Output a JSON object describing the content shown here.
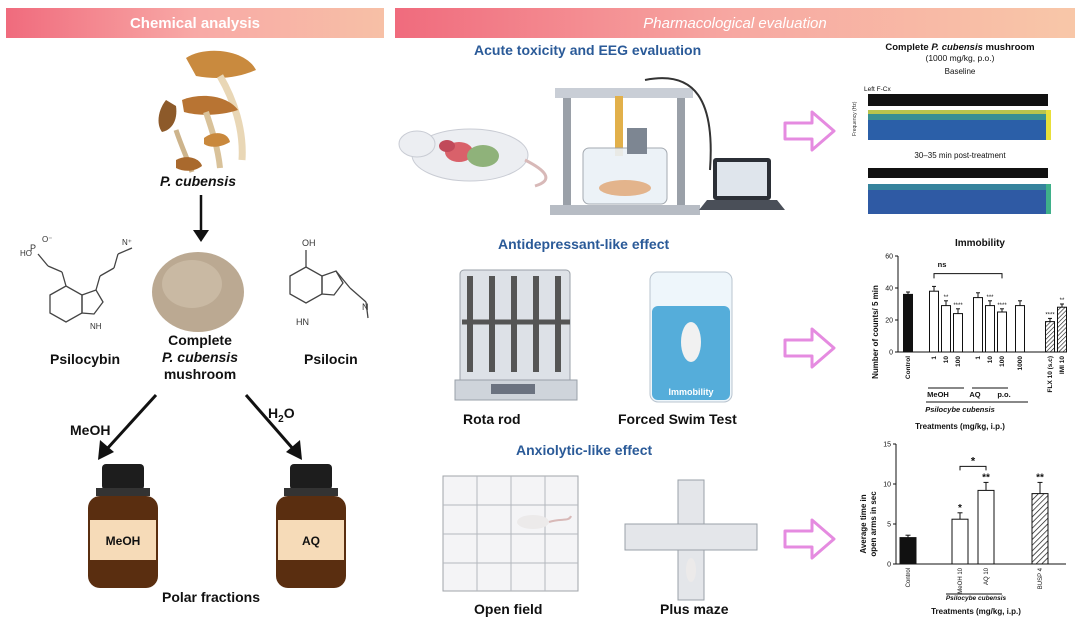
{
  "banners": {
    "left": "Chemical analysis",
    "right": "Pharmacological evaluation"
  },
  "chem": {
    "species": "P. cubensis",
    "mushroom_line1": "Complete",
    "mushroom_line2": "P. cubensis",
    "mushroom_line3": "mushroom",
    "psilocybin": "Psilocybin",
    "psilocin": "Psilocin",
    "meoh_arrow": "MeOH",
    "h2o_arrow": "H2O",
    "h2o_main": "H",
    "h2o_sub": "2",
    "h2o_tail": "O",
    "bottle_left": "MeOH",
    "bottle_right": "AQ",
    "polar": "Polar fractions"
  },
  "sections": {
    "eeg": "Acute toxicity and EEG evaluation",
    "antidep": "Antidepressant-like effect",
    "anxio": "Anxiolytic-like effect"
  },
  "apparatus": {
    "rota": "Rota rod",
    "fst": "Forced Swim Test",
    "fst_tag": "Immobility",
    "openfield": "Open field",
    "plusmaze": "Plus maze"
  },
  "eeg_panel": {
    "title": "Complete P. cubensis mushroom",
    "title_pre": "Complete ",
    "title_em": "P. cubensis",
    "title_post": " mushroom",
    "dose": "(1000 mg/kg, p.o.)",
    "baseline": "Baseline",
    "post": "30–35 min post-treatment",
    "channel": "Left F-Cx",
    "freq_label": "Frequency (Hz)"
  },
  "chart_immobility": {
    "title": "Immobility",
    "ylabel": "Number of counts/ 5 min",
    "xlabel": "Treatments (mg/kg, i.p.)",
    "group_meoh": "MeOH",
    "group_aq": "AQ",
    "group_species": "Psilocybe cubensis",
    "ns": "ns",
    "po": "p.o."
  },
  "chart_openarms": {
    "ylabel1": "Average time in sec",
    "ylabel2": "open arms in sec",
    "ylabel_a": "Average time in",
    "ylabel_b": "open arms in sec",
    "xlabel": "Treatments (mg/kg, i.p.)",
    "group_species": "Psilocybe cubensis"
  },
  "chart_data": [
    {
      "type": "bar",
      "title": "Immobility",
      "ylabel": "Number of counts/ 5 min",
      "xlabel": "Treatments (mg/kg, i.p.)",
      "ylim": [
        0,
        60
      ],
      "yticks": [
        0,
        20,
        40,
        60
      ],
      "categories": [
        "Control",
        "1",
        "10",
        "100",
        "1",
        "10",
        "100",
        "1000",
        "FLX 10 (s.c)",
        "IMI 10"
      ],
      "values": [
        36,
        38,
        29,
        24,
        34,
        29,
        25,
        29,
        19,
        28
      ],
      "errors": [
        1.5,
        3,
        3,
        3,
        3,
        3,
        2,
        3,
        2,
        2
      ],
      "annotations": [
        "",
        "",
        "**",
        "****",
        "",
        "***",
        "****",
        "",
        "****",
        "**"
      ],
      "groups": [
        "",
        "MeOH",
        "MeOH",
        "MeOH",
        "AQ",
        "AQ",
        "AQ",
        "p.o.",
        "",
        ""
      ]
    },
    {
      "type": "bar",
      "ylabel": "Average time in open arms in sec",
      "xlabel": "Treatments (mg/kg, i.p.)",
      "ylim": [
        0,
        15
      ],
      "yticks": [
        0,
        5,
        10,
        15
      ],
      "categories": [
        "Control",
        "MeOH 10",
        "AQ 10",
        "BUSP 4"
      ],
      "values": [
        3.3,
        5.6,
        9.2,
        8.8
      ],
      "errors": [
        0.3,
        0.8,
        1.0,
        1.4
      ],
      "annotations": [
        "",
        "*",
        "**",
        "**"
      ],
      "bracket": {
        "between": [
          "MeOH 10",
          "AQ 10"
        ],
        "label": "*"
      }
    }
  ]
}
